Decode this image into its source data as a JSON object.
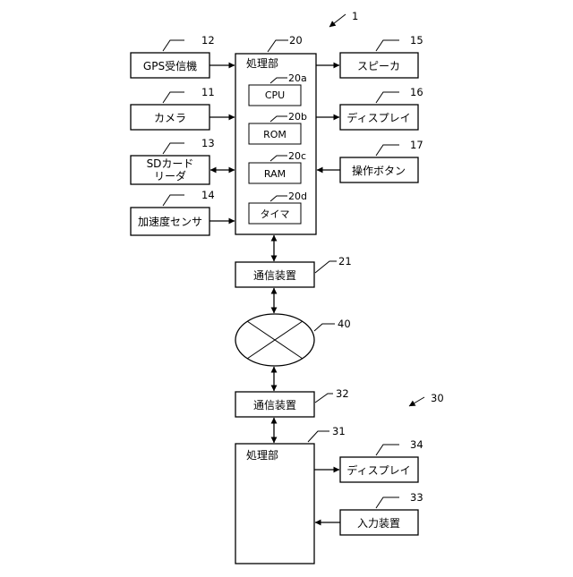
{
  "ref_device": "1",
  "ref_server": "30",
  "gps_receiver": {
    "label": "GPS受信機",
    "ref": "12"
  },
  "camera": {
    "label": "カメラ",
    "ref": "11"
  },
  "sd_card_reader": {
    "label_line1": "SDカード",
    "label_line2": "リーダ",
    "ref": "13"
  },
  "accel_sensor": {
    "label": "加速度センサ",
    "ref": "14"
  },
  "processing_unit": {
    "label": "処理部",
    "ref": "20",
    "cpu": {
      "label": "CPU",
      "ref": "20a"
    },
    "rom": {
      "label": "ROM",
      "ref": "20b"
    },
    "ram": {
      "label": "RAM",
      "ref": "20c"
    },
    "timer": {
      "label": "タイマ",
      "ref": "20d"
    }
  },
  "speaker": {
    "label": "スピーカ",
    "ref": "15"
  },
  "display_device": {
    "label": "ディスプレイ",
    "ref": "16"
  },
  "operation_button": {
    "label": "操作ボタン",
    "ref": "17"
  },
  "comm_device_1": {
    "label": "通信装置",
    "ref": "21"
  },
  "network": {
    "ref": "40"
  },
  "comm_device_2": {
    "label": "通信装置",
    "ref": "32"
  },
  "server_processing_unit": {
    "label": "処理部",
    "ref": "31"
  },
  "server_display": {
    "label": "ディスプレイ",
    "ref": "34"
  },
  "input_device": {
    "label": "入力装置",
    "ref": "33"
  }
}
